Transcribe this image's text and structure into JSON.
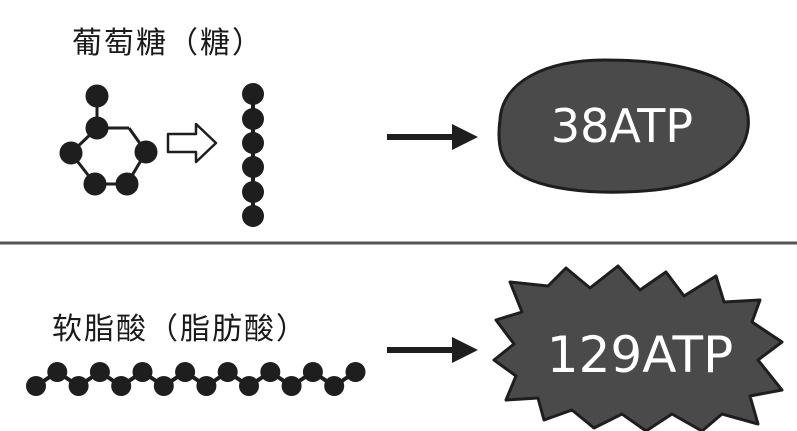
{
  "glucose": {
    "label": "葡萄糖（糖）",
    "result": "38ATP"
  },
  "fatty_acid": {
    "label": "软脂酸（脂肪酸）",
    "result": "129ATP"
  },
  "colors": {
    "ink": "#1e1e1e",
    "blob": "#4a4a4a",
    "divider": "#555555",
    "background": "#ffffff"
  },
  "icons": {
    "ring_molecule": "hexagon-ring-molecule-icon",
    "chain_molecule": "vertical-chain-molecule-icon",
    "transform_arrow": "hollow-arrow-icon",
    "yield_arrow": "solid-arrow-icon",
    "fatty_chain": "zigzag-chain-molecule-icon"
  }
}
